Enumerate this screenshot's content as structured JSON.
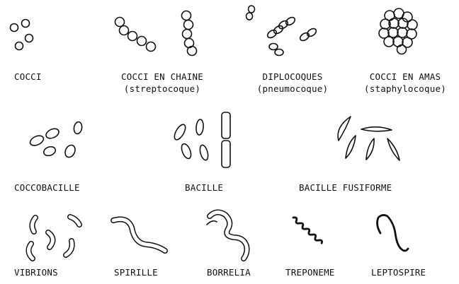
{
  "colors": {
    "ink": "#111111",
    "background": "#ffffff"
  },
  "labels": {
    "cocci": "COCCI",
    "cocci_chaine": "COCCI EN CHAINE",
    "streptocoque": "(streptocoque)",
    "diplocoques": "DIPLOCOQUES",
    "pneumocoque": "(pneumocoque)",
    "cocci_amas": "COCCI EN AMAS",
    "staphylocoque": "(staphylocoque)",
    "coccobacille": "COCCOBACILLE",
    "bacille": "BACILLE",
    "bacille_fusiforme": "BACILLE FUSIFORME",
    "vibrions": "VIBRIONS",
    "spirille": "SPIRILLE",
    "borrelia": "BORRELIA",
    "treponeme": "TREPONEME",
    "leptospire": "LEPTOSPIRE"
  }
}
